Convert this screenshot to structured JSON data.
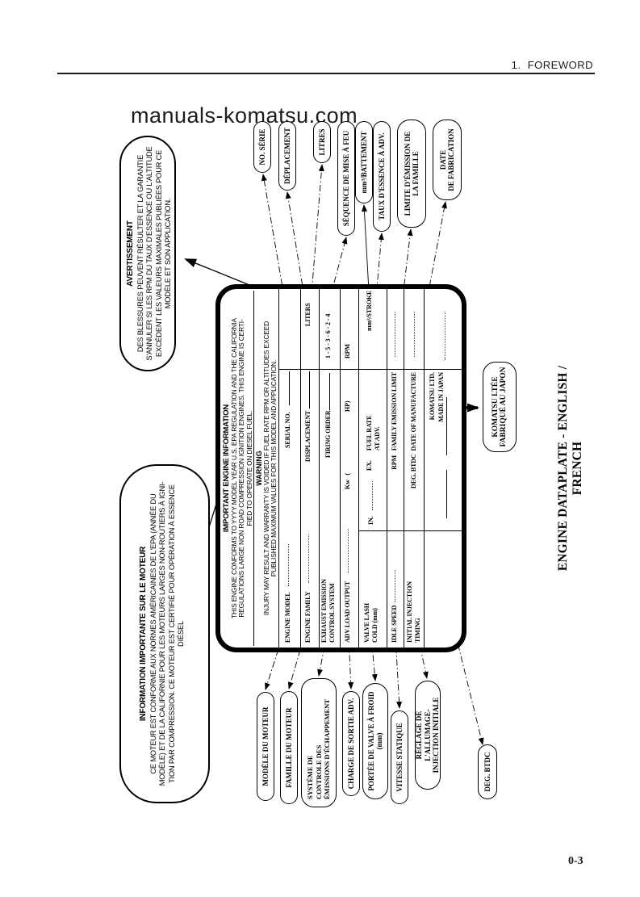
{
  "page": {
    "header": "1.  FOREWORD",
    "watermark": "manuals-komatsu.com",
    "page_number": "0-3",
    "caption": "ENGINE DATAPLATE - ENGLISH / FRENCH"
  },
  "info_callout": {
    "title": "INFORMATION IMPORTANTE SUR LE MOTEUR",
    "body": "CE MOTEUR EST CONFORME AUX NORMES AMÉRICAINES DE L'EPA (ANNÉE DU\nMODÈLE) ET DE LA CALIFORNIE POUR LES MOTEURS LARGES NON-ROUTIERS À IGNI-\nTION PAR COMPRESSION.  CE MOTEUR EST CERTIFIÉ POUR OPÉRATION À ESSENCE\nDIÉSEL"
  },
  "warning_callout": {
    "title": "AVERTISSEMENT",
    "body": "DES BLESSURES PEUVENT RÉSULTER ET LA GARANTIE\nS'ANNULER SI LES RPM DU TAUX D'ESSENCE OU L'ALTITUDE\nEXCÉDENT LES VALEURS MAXIMALES PUBLIÉES POUR CE\nMODÈLE ET SON APPLICATION."
  },
  "plate": {
    "title": "IMPORTANT ENGINE INFORMATION",
    "conformity": "THIS ENGINE CONFORMS TO YYYY MODEL YEAR U.S. EPA REGULATION AND THE CALIFORNIA\nREGULATIONS LARGE NON ROAD COMPRESSION IGNITION ENGINES. THIS ENGINE IS CERTI-\nFIED TO OPERATE ON DIESEL FUEL.",
    "warning_title": "WARNING",
    "warning_body": "INJURY MAY RESULT AND WARRANTY IS VOIDED IF FUEL RATE RPM OR ALTITUDES EXCEED\nPUBLISHED MAXIMUM VALUES FOR THIS MODEL AND APPLICATION.",
    "fields": {
      "engine_model": "ENGINE MODEL",
      "serial_no": "SERIAL NO.",
      "engine_family": "ENGINE FAMILY",
      "displacement": "DISPLACEMENT",
      "liters": "LITERS",
      "exhaust_line1": "EXHAUST EMISSION",
      "exhaust_line2": "CONTROL SYSTEM",
      "firing_order": "FIRING ORDER",
      "firing_order_value": "1 - 5 - 3 - 6 - 2 - 4",
      "adv_load_output": "ADV LOAD OUTPUT",
      "kw": "Kw   (",
      "hp": "HP)",
      "rpm": "RPM",
      "valve_lash_line1": "VALVE LASH",
      "valve_lash_line2": "COLD (mm)",
      "in": "IN.",
      "ex": "EX.",
      "fuel_rate_line1": "FUEL RATE",
      "fuel_rate_line2": "AT ADV.",
      "mm3_stroke": "mm³/STROKE",
      "idle_speed": "IDLE SPEED",
      "rpm_family_limit": "RPM   FAMILY EMISSION LIMIT",
      "initial_injection_line1": "INITIAL INJECTION",
      "initial_injection_line2": "TIMING",
      "deg_btdc_date": "DEG. BTDC  DATE OF MANUFACTURE",
      "maker_line1": "KOMATSU LTD.",
      "maker_line2": "MADE IN JAPAN"
    }
  },
  "right_callouts": [
    {
      "label": "NO. SÉRIE"
    },
    {
      "label": "DÉPLACEMENT"
    },
    {
      "label": "LITRES"
    },
    {
      "label": "SÉQUENCE DE MISE À FEU"
    },
    {
      "label": "mm³/BATTEMENT"
    },
    {
      "label": "TAUX D'ESSENCE  À ADV."
    },
    {
      "label": "LIMITE D'ÉMISSION DE\nLA FAMILLE"
    },
    {
      "label": "DATE\nDE FABRICATION"
    }
  ],
  "left_callouts": [
    {
      "label": "MODÈLE DU MOTEUR"
    },
    {
      "label": "FAMILLE DU MOTEUR"
    },
    {
      "label": "SYSTÈME DE\nCONTROLE DES\nÉMISSIONS D'ÉCHAPPEMENT"
    },
    {
      "label": "CHARGE DE SORTIE ADV."
    },
    {
      "label": "PORTÉE DE VALVE À FROID\n(mm)"
    },
    {
      "label": "VITESSE STATIQUE"
    },
    {
      "label": "RÉGLAGE DE L'ALLUMAGE-\nINJECTION INITIALE"
    },
    {
      "label": "DEG. BTDC"
    }
  ],
  "maker_callout": {
    "label": "KOMATSU LTÉE\nFABRIQUÉ AU JAPON"
  }
}
